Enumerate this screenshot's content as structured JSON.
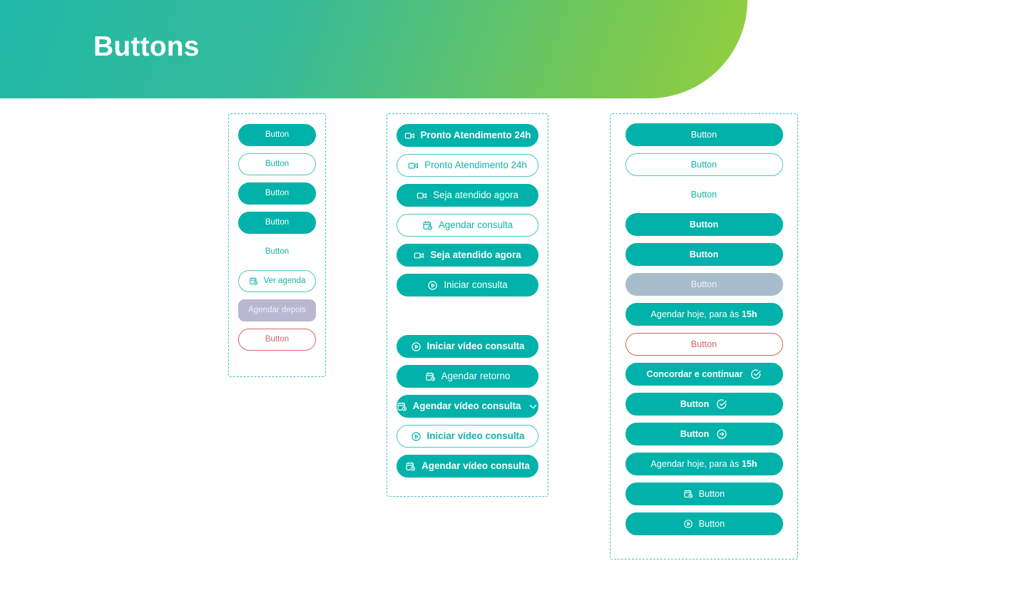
{
  "header": {
    "title": "Buttons",
    "gradient_from": "#1fb8a6",
    "gradient_to": "#95cf3e"
  },
  "theme": {
    "primary": "#00b2a9",
    "primary_text": "#13b3aa",
    "outline_border": "#4cc6bd",
    "disabled_bg": "#a8bdcb",
    "lilac_bg": "#b9b7d1",
    "danger": "#d4646a",
    "dashed_border": "#3fc3bb"
  },
  "columns": [
    {
      "name": "column-small-buttons",
      "buttons": [
        {
          "label": "Button",
          "variant": "solid",
          "weight": "regular",
          "icon": null
        },
        {
          "label": "Button",
          "variant": "outline",
          "weight": "regular",
          "icon": null
        },
        {
          "label": "Button",
          "variant": "solid",
          "weight": "regular",
          "icon": null
        },
        {
          "label": "Button",
          "variant": "solid",
          "weight": "regular",
          "icon": null
        },
        {
          "label": "Button",
          "variant": "ghost",
          "weight": "regular",
          "icon": null
        },
        {
          "label": "Ver agenda",
          "variant": "outline",
          "weight": "regular",
          "icon": "calendar-clock-icon"
        },
        {
          "label": "Agendar depois",
          "variant": "lilac",
          "weight": "regular",
          "icon": null
        },
        {
          "label": "Button",
          "variant": "danger",
          "weight": "regular",
          "icon": null
        }
      ]
    },
    {
      "name": "column-labeled-actions",
      "buttons": [
        {
          "label": "Pronto Atendimento 24h",
          "variant": "solid",
          "weight": "bold",
          "icon": "video-camera-icon"
        },
        {
          "label": "Pronto Atendimento 24h",
          "variant": "outline",
          "weight": "regular",
          "icon": "video-camera-icon"
        },
        {
          "label": "Seja atendido agora",
          "variant": "solid",
          "weight": "regular",
          "icon": "video-camera-icon"
        },
        {
          "label": "Agendar consulta",
          "variant": "outline",
          "weight": "regular",
          "icon": "calendar-clock-icon"
        },
        {
          "label": "Seja atendido agora",
          "variant": "solid",
          "weight": "bold",
          "icon": "video-camera-icon"
        },
        {
          "label": "Iniciar consulta",
          "variant": "solid",
          "weight": "regular",
          "icon": "play-circle-icon"
        },
        {
          "spacer": true
        },
        {
          "label": "Iniciar vídeo consulta",
          "variant": "solid",
          "weight": "bold",
          "icon": "play-circle-icon"
        },
        {
          "label": "Agendar retorno",
          "variant": "solid",
          "weight": "regular",
          "icon": "calendar-clock-icon"
        },
        {
          "label": "Agendar vídeo consulta",
          "variant": "solid",
          "weight": "bold",
          "icon": "calendar-clock-icon",
          "icon_right": "chevron-down-icon"
        },
        {
          "label": "Iniciar vídeo consulta",
          "variant": "outline",
          "weight": "bold",
          "icon": "play-circle-icon"
        },
        {
          "label": "Agendar vídeo consulta",
          "variant": "solid",
          "weight": "bold",
          "icon": "calendar-clock-icon"
        }
      ]
    },
    {
      "name": "column-wide-buttons",
      "buttons": [
        {
          "label": "Button",
          "variant": "solid",
          "weight": "regular",
          "icon": null
        },
        {
          "label": "Button",
          "variant": "outline",
          "weight": "regular",
          "icon": null
        },
        {
          "label": "Button",
          "variant": "ghost",
          "weight": "regular",
          "icon": null
        },
        {
          "label": "Button",
          "variant": "solid",
          "weight": "bold",
          "icon": null
        },
        {
          "label": "Button",
          "variant": "solid",
          "weight": "bold",
          "icon": null
        },
        {
          "label": "Button",
          "variant": "disabled",
          "weight": "regular",
          "icon": null
        },
        {
          "label": "Agendar hoje, para às ",
          "label_strong": "15h",
          "variant": "solid",
          "weight": "regular",
          "icon": null
        },
        {
          "label": "Button",
          "variant": "danger",
          "weight": "regular",
          "icon": null
        },
        {
          "label": "Concordar e continuar",
          "variant": "solid",
          "weight": "bold",
          "icon_right": "check-circle-icon"
        },
        {
          "label": "Button",
          "variant": "solid",
          "weight": "bold",
          "icon_right": "check-circle-icon"
        },
        {
          "label": "Button",
          "variant": "solid",
          "weight": "bold",
          "icon_right": "arrow-right-circle-icon"
        },
        {
          "label": "Agendar hoje, para às ",
          "label_strong": "15h",
          "variant": "solid",
          "weight": "regular",
          "icon": null
        },
        {
          "label": "Button",
          "variant": "solid",
          "weight": "regular",
          "icon": "calendar-clock-icon"
        },
        {
          "label": "Button",
          "variant": "solid",
          "weight": "regular",
          "icon": "play-circle-icon"
        }
      ]
    }
  ]
}
